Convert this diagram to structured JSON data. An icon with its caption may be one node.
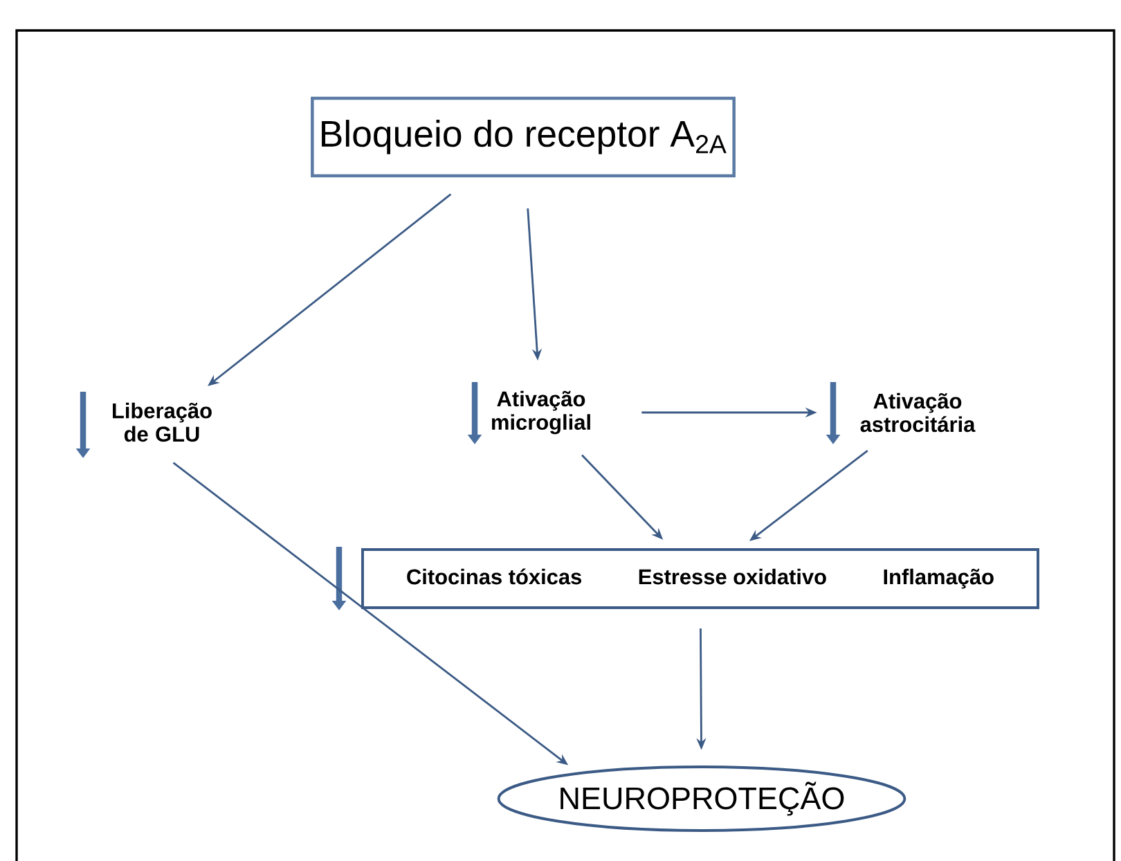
{
  "diagram": {
    "nodes": [
      {
        "text": [
          "Bloqueio do receptor A$_{2A}$"
        ]
      },
      {
        "text": [
          "Liberação de GLU"
        ]
      },
      {
        "text": [
          "Ativação microglial"
        ]
      },
      {
        "text": [
          "Ativação astrocitária"
        ]
      },
      {
        "text": [
          "Citocinas tóxicas",
          "Estresse oxidativo",
          "Inflamação"
        ]
      },
      {
        "text": [
          "NEUROPROTEÇÃO"
        ]
      }
    ],
    "edges": [
      {
        "from": 0,
        "to": 1,
        "arrow": "to"
      },
      {
        "from": 0,
        "to": 2,
        "arrow": "to"
      },
      {
        "from": 2,
        "to": 3,
        "arrow": "to"
      },
      {
        "from": 2,
        "to": 4,
        "arrow": "to"
      },
      {
        "from": 3,
        "to": 4,
        "arrow": "to"
      },
      {
        "from": 1,
        "to": 5,
        "arrow": "to"
      },
      {
        "from": 4,
        "to": 5,
        "arrow": "to"
      }
    ]
  }
}
